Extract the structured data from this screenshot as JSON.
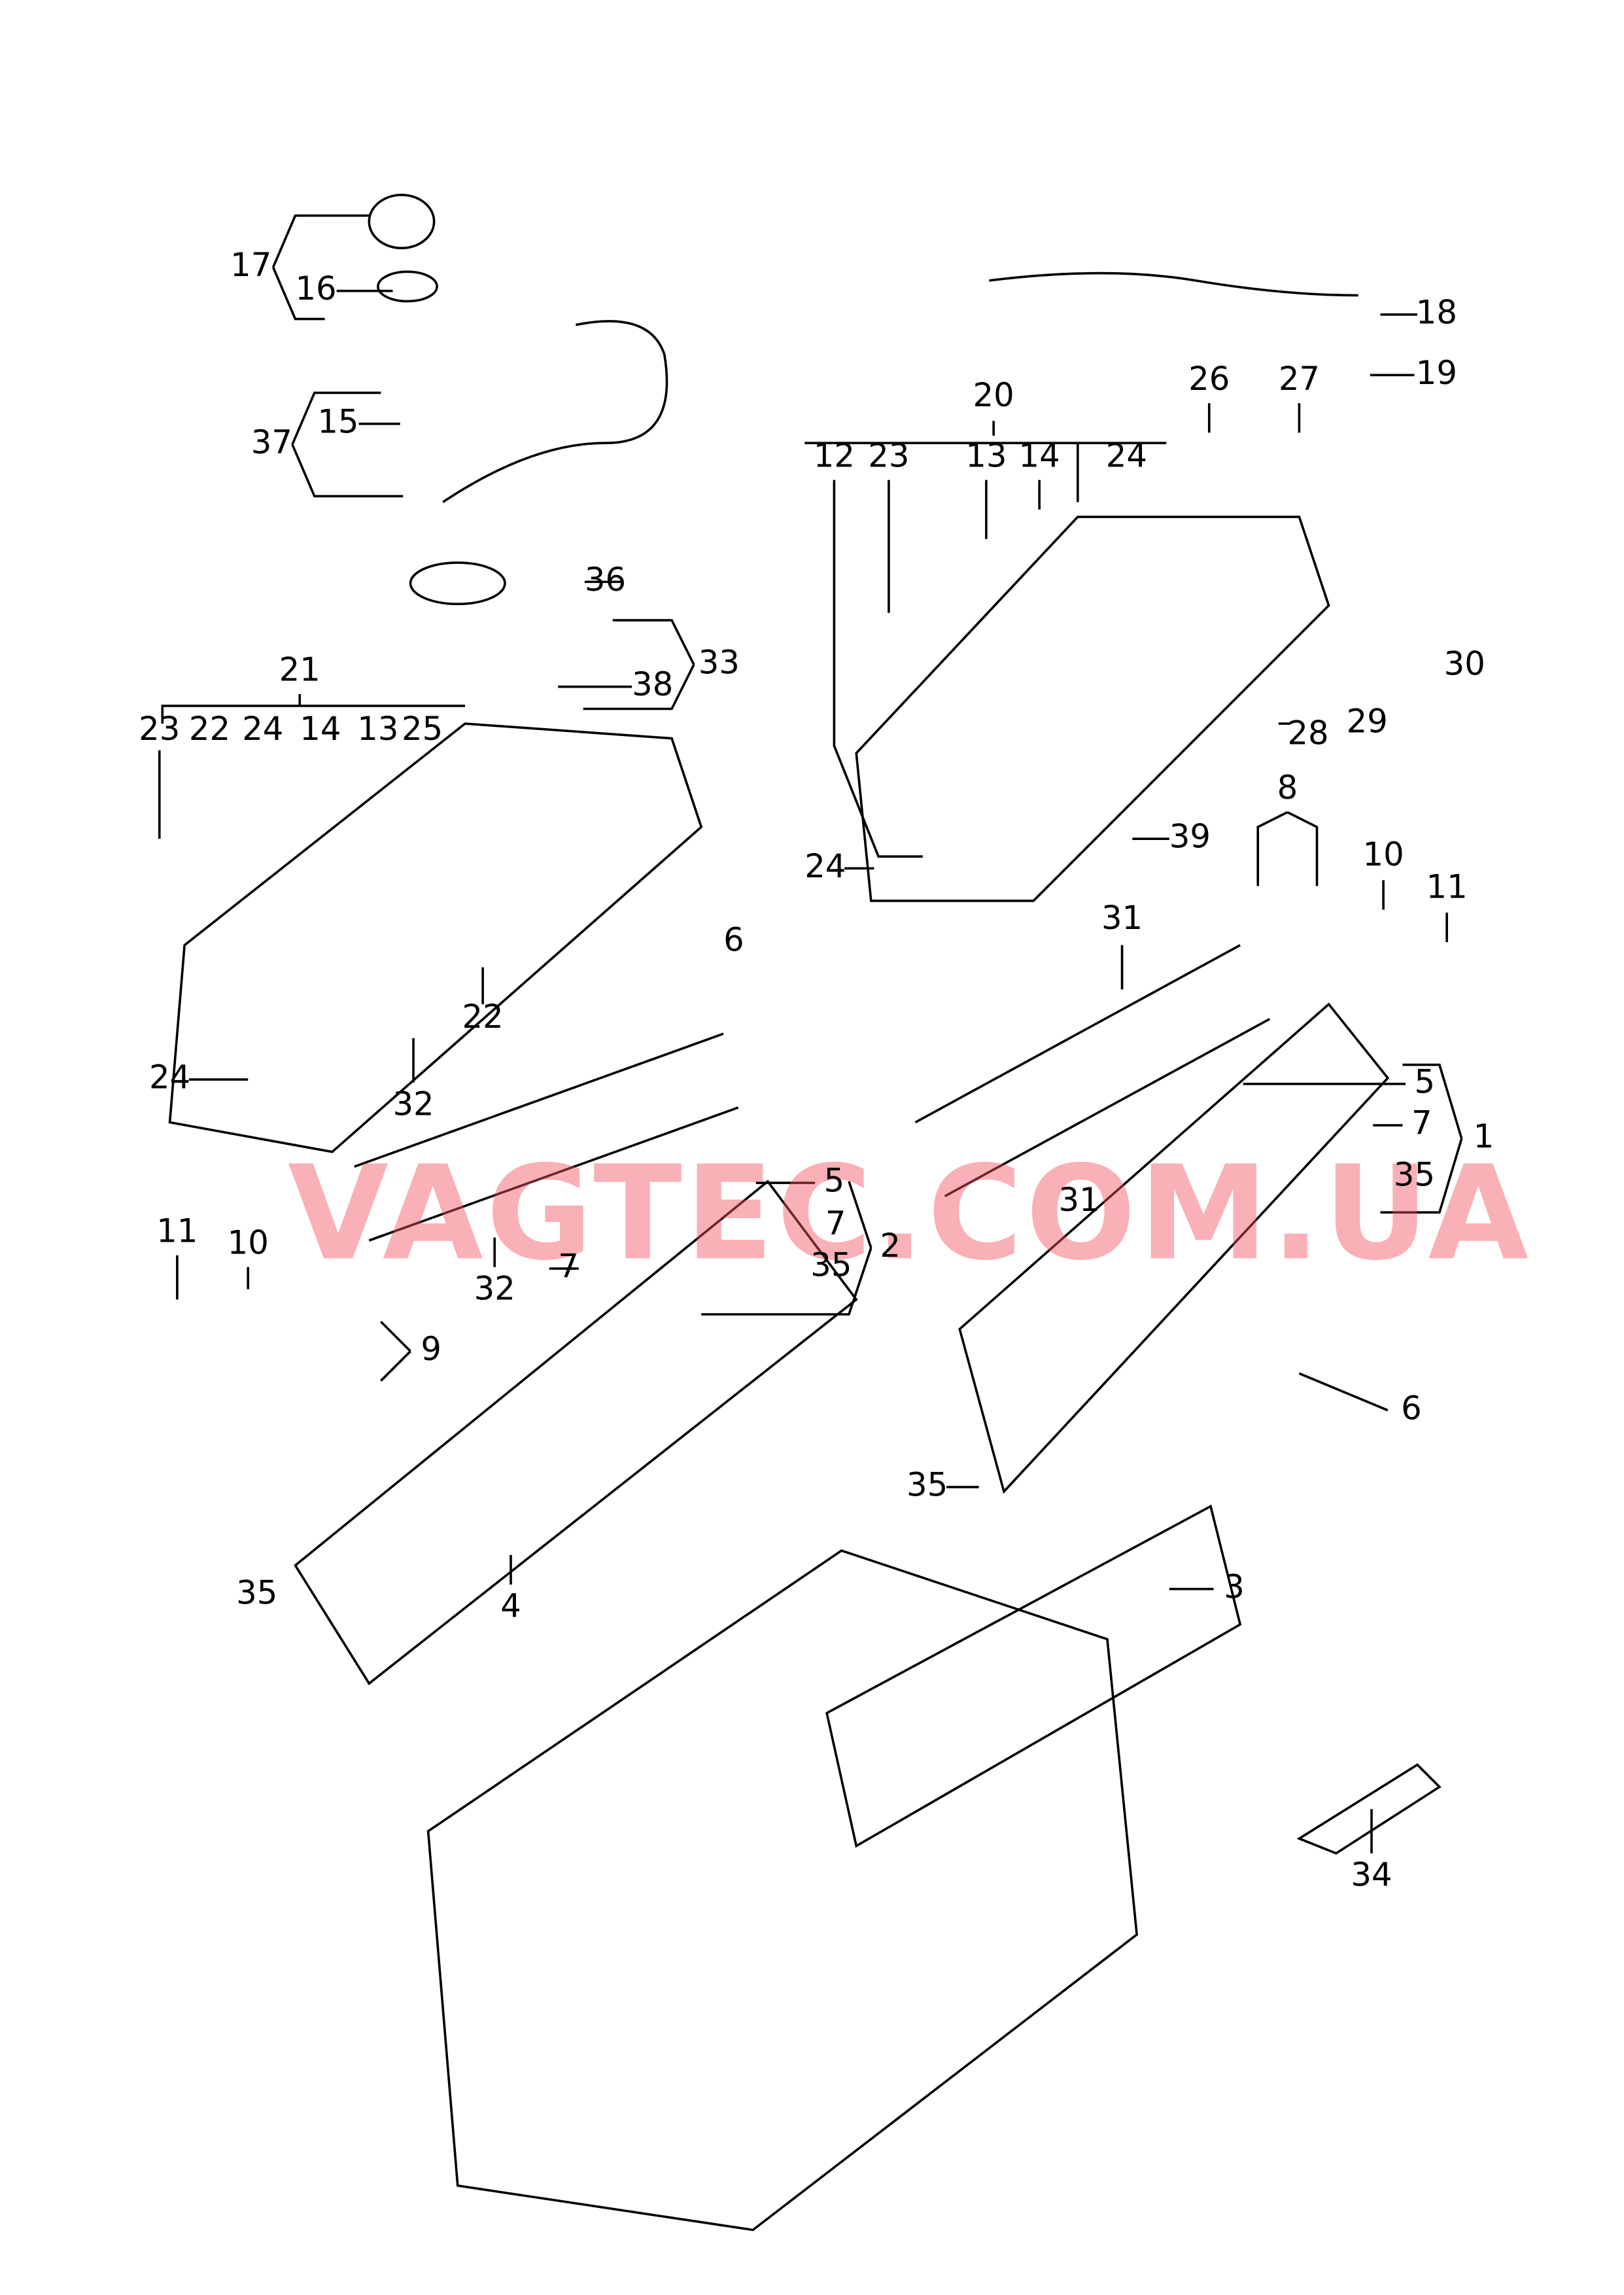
{
  "watermark": "VAGTEC.COM.UA",
  "labels": [
    "17",
    "16",
    "15",
    "37",
    "36",
    "38",
    "33",
    "21",
    "23",
    "22",
    "24",
    "14",
    "13",
    "25",
    "22",
    "24",
    "6",
    "32",
    "5",
    "7",
    "35",
    "2",
    "11",
    "10",
    "7",
    "32",
    "9",
    "35",
    "4",
    "18",
    "19",
    "20",
    "12",
    "23",
    "13",
    "14",
    "24",
    "26",
    "27",
    "30",
    "28",
    "29",
    "39",
    "24",
    "8",
    "10",
    "11",
    "31",
    "5",
    "7",
    "1",
    "35",
    "31",
    "6",
    "35",
    "3",
    "34"
  ]
}
